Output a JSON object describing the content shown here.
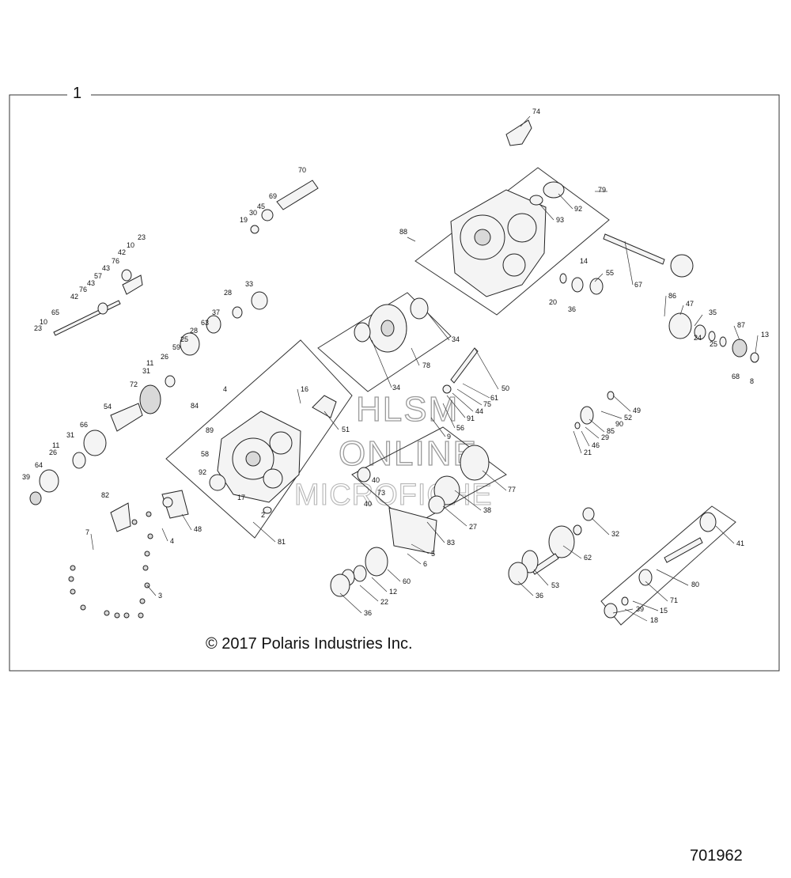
{
  "diagram": {
    "assembly_number": "1",
    "copyright": "© 2017 Polaris Industries Inc.",
    "figure_id": "701962",
    "watermark": [
      "HLSM",
      "ONLINE",
      "MICROFICHE"
    ],
    "labels": [
      "2",
      "3",
      "4",
      "4",
      "5",
      "6",
      "7",
      "8",
      "9",
      "10",
      "10",
      "11",
      "11",
      "12",
      "13",
      "14",
      "15",
      "16",
      "17",
      "18",
      "19",
      "20",
      "21",
      "22",
      "23",
      "23",
      "24",
      "25",
      "25",
      "26",
      "26",
      "27",
      "28",
      "28",
      "29",
      "30",
      "31",
      "31",
      "32",
      "33",
      "34",
      "34",
      "35",
      "36",
      "36",
      "36",
      "37",
      "38",
      "39",
      "39",
      "40",
      "40",
      "41",
      "42",
      "42",
      "43",
      "43",
      "44",
      "45",
      "46",
      "47",
      "48",
      "49",
      "50",
      "51",
      "52",
      "53",
      "54",
      "55",
      "56",
      "57",
      "58",
      "59",
      "60",
      "61",
      "62",
      "63",
      "64",
      "65",
      "66",
      "67",
      "68",
      "69",
      "70",
      "71",
      "72",
      "73",
      "74",
      "75",
      "76",
      "76",
      "77",
      "78",
      "79",
      "80",
      "81",
      "82",
      "83",
      "84",
      "85",
      "86",
      "87",
      "88",
      "89",
      "90",
      "91",
      "92",
      "92",
      "93"
    ]
  }
}
